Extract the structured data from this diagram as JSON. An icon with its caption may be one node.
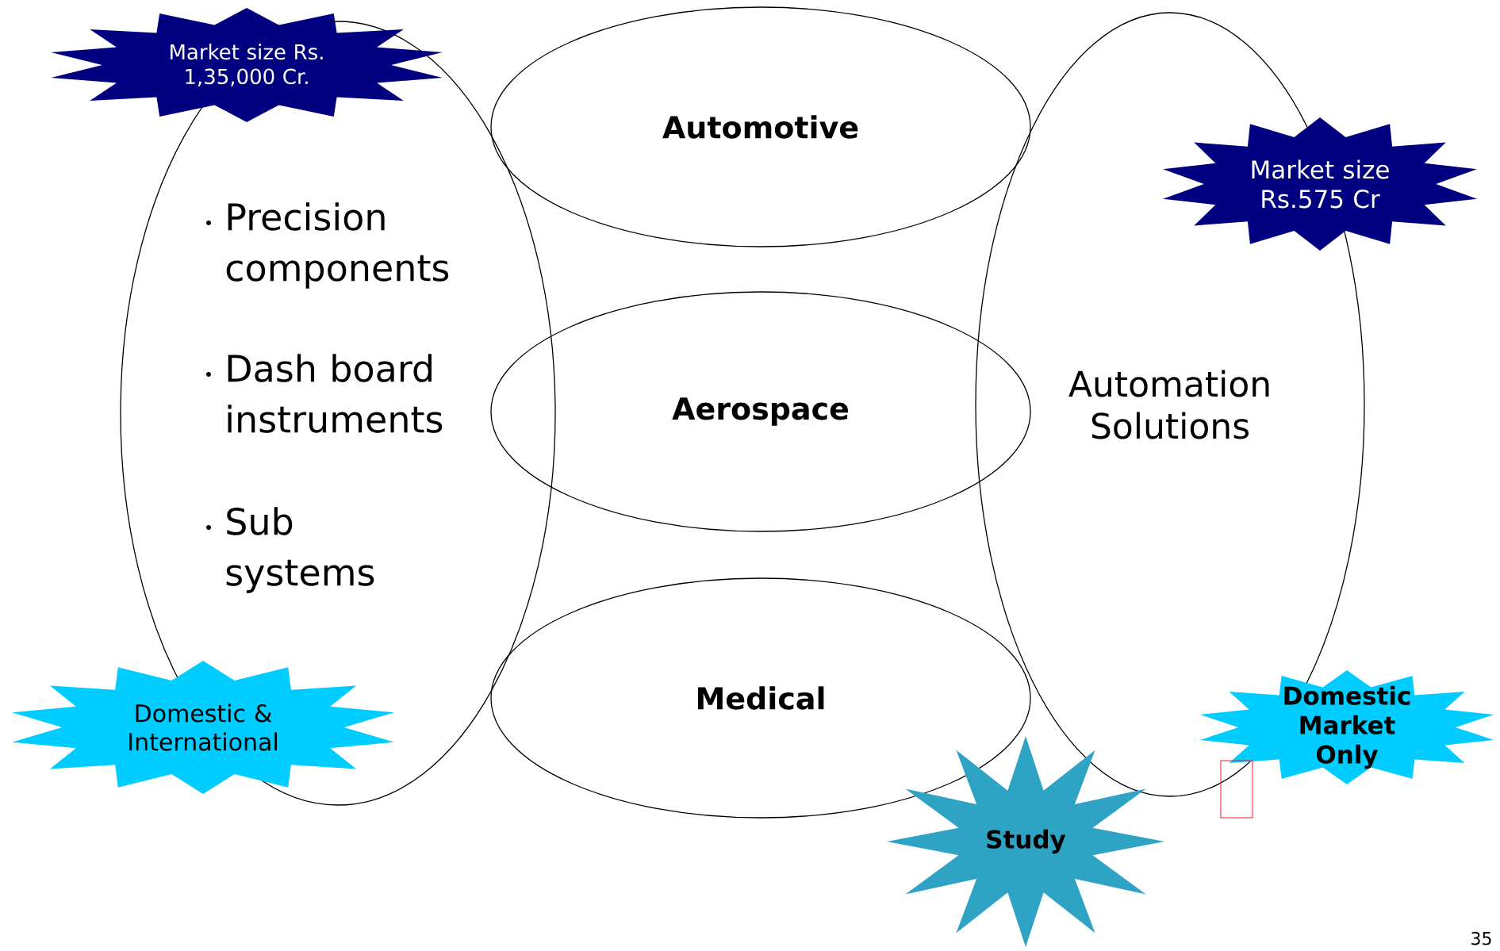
{
  "diagram": {
    "nodes": [
      {
        "text": [
          "Precision components",
          "Dash board instruments",
          "Sub systems"
        ]
      },
      {
        "text": [
          "Automotive"
        ]
      },
      {
        "text": [
          "Aerospace"
        ]
      },
      {
        "text": [
          "Medical"
        ]
      },
      {
        "text": [
          "Automation Solutions"
        ]
      },
      {
        "text": [
          "Market size Rs. 1,35,000 Cr."
        ]
      },
      {
        "text": [
          "Market size Rs.575 Cr"
        ]
      },
      {
        "text": [
          "Domestic & International"
        ]
      },
      {
        "text": [
          "Domestic Market Only"
        ]
      },
      {
        "text": [
          "Study"
        ]
      },
      {
        "text": [],
        "shape": "box"
      }
    ],
    "labels": [
      "35"
    ]
  }
}
